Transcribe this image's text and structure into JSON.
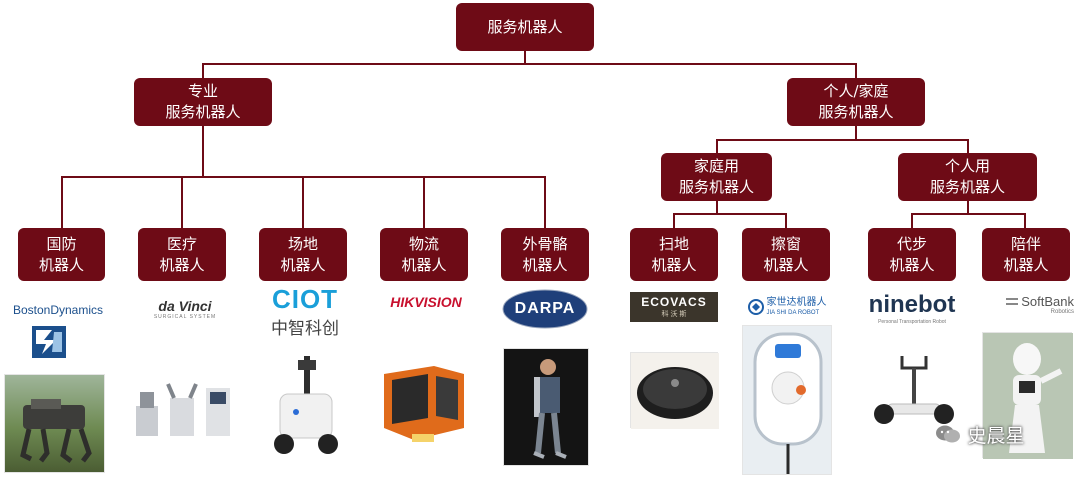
{
  "root": "服务机器人",
  "professional": {
    "line1": "专业",
    "line2": "服务机器人",
    "children": [
      {
        "line1": "国防",
        "line2": "机器人"
      },
      {
        "line1": "医疗",
        "line2": "机器人"
      },
      {
        "line1": "场地",
        "line2": "机器人"
      },
      {
        "line1": "物流",
        "line2": "机器人"
      },
      {
        "line1": "外骨骼",
        "line2": "机器人"
      }
    ]
  },
  "personal": {
    "line1": "个人/家庭",
    "line2": "服务机器人",
    "home": {
      "line1": "家庭用",
      "line2": "服务机器人",
      "children": [
        {
          "line1": "扫地",
          "line2": "机器人"
        },
        {
          "line1": "擦窗",
          "line2": "机器人"
        }
      ]
    },
    "individual": {
      "line1": "个人用",
      "line2": "服务机器人",
      "children": [
        {
          "line1": "代步",
          "line2": "机器人"
        },
        {
          "line1": "陪伴",
          "line2": "机器人"
        }
      ]
    }
  },
  "logos": {
    "boston": "BostonDynamics",
    "davinci": "da Vinci",
    "davinci_sub": "SURGICAL SYSTEM",
    "ciot": "CIOT",
    "ciot_cn": "中智科创",
    "hikvision": "HIKVISION",
    "darpa": "DARPA",
    "ecovacs": "ECOVACS",
    "ecovacs_cn": "科 沃 斯",
    "jiashida": "家世达机器人",
    "jiashida_en": "JIA SHI DA ROBOT",
    "ninebot": "ninebot",
    "ninebot_sub": "Personal Transportation Robot",
    "softbank": "SoftBank",
    "softbank_sub": "Robotics"
  },
  "watermark": "史晨星",
  "colors": {
    "node": "#6e0b16",
    "darpa": "#1f3f7a",
    "hikvision": "#c8102e",
    "boston": "#1b4f8c"
  }
}
